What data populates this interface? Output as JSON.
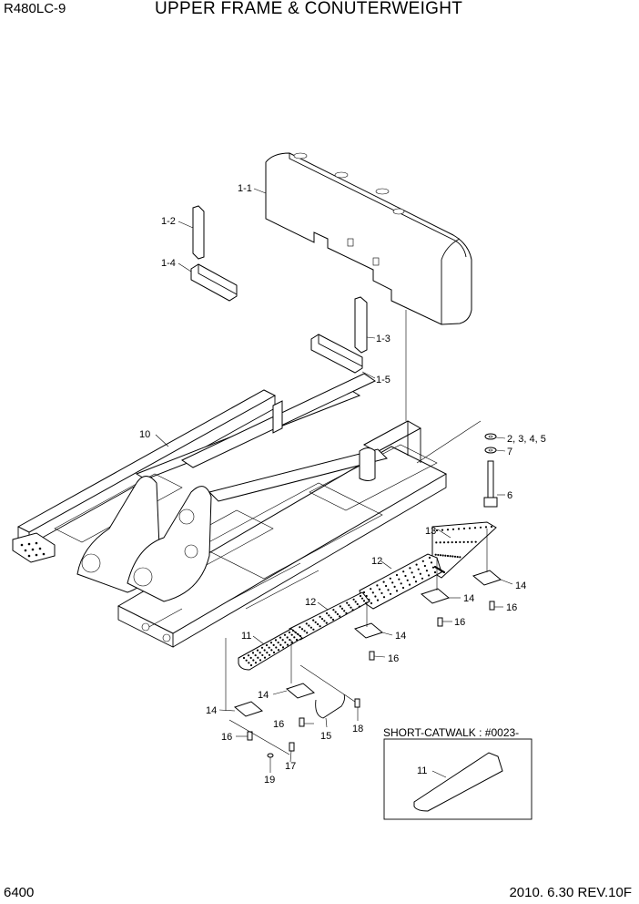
{
  "header": {
    "model": "R480LC-9",
    "title": "UPPER FRAME & CONUTERWEIGHT"
  },
  "footer": {
    "page": "6400",
    "date_rev": "2010. 6.30  REV.10F"
  },
  "callouts": [
    {
      "id": "c-1-1",
      "text": "1-1"
    },
    {
      "id": "c-1-2",
      "text": "1-2"
    },
    {
      "id": "c-1-4",
      "text": "1-4"
    },
    {
      "id": "c-1-3",
      "text": "1-3"
    },
    {
      "id": "c-1-5",
      "text": "1-5"
    },
    {
      "id": "c-10",
      "text": "10"
    },
    {
      "id": "c-2345",
      "text": "2, 3, 4, 5"
    },
    {
      "id": "c-7",
      "text": "7"
    },
    {
      "id": "c-6",
      "text": "6"
    },
    {
      "id": "c-13",
      "text": "13"
    },
    {
      "id": "c-12a",
      "text": "12"
    },
    {
      "id": "c-12b",
      "text": "12"
    },
    {
      "id": "c-14a",
      "text": "14"
    },
    {
      "id": "c-14b",
      "text": "14"
    },
    {
      "id": "c-14c",
      "text": "14"
    },
    {
      "id": "c-14d",
      "text": "14"
    },
    {
      "id": "c-14e",
      "text": "14"
    },
    {
      "id": "c-16a",
      "text": "16"
    },
    {
      "id": "c-16b",
      "text": "16"
    },
    {
      "id": "c-16c",
      "text": "16"
    },
    {
      "id": "c-16d",
      "text": "16"
    },
    {
      "id": "c-16e",
      "text": "16"
    },
    {
      "id": "c-11a",
      "text": "11"
    },
    {
      "id": "c-15",
      "text": "15"
    },
    {
      "id": "c-18",
      "text": "18"
    },
    {
      "id": "c-17",
      "text": "17"
    },
    {
      "id": "c-19",
      "text": "19"
    },
    {
      "id": "c-11b",
      "text": "11"
    }
  ],
  "inset": {
    "title": "SHORT-CATWALK : #0023-"
  }
}
